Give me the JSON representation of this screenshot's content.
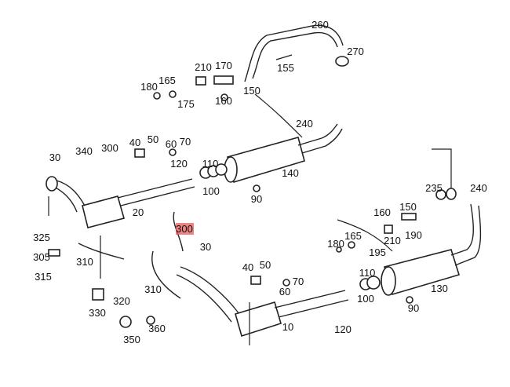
{
  "title": "Exhaust system parts diagram",
  "highlight_color": "#e85a5a",
  "labels": [
    "260",
    "270",
    "210",
    "170",
    "155",
    "180",
    "165",
    "175",
    "160",
    "150",
    "240",
    "30",
    "340",
    "300",
    "40",
    "50",
    "60",
    "70",
    "120",
    "110",
    "100",
    "140",
    "90",
    "20",
    "325",
    "305",
    "315",
    "310",
    "330",
    "320",
    "350",
    "360",
    "300",
    "30",
    "310",
    "40",
    "50",
    "60",
    "70",
    "10",
    "120",
    "110",
    "100",
    "130",
    "90",
    "235",
    "240",
    "160",
    "150",
    "180",
    "165",
    "195",
    "210",
    "190"
  ],
  "highlighted_label": "300"
}
